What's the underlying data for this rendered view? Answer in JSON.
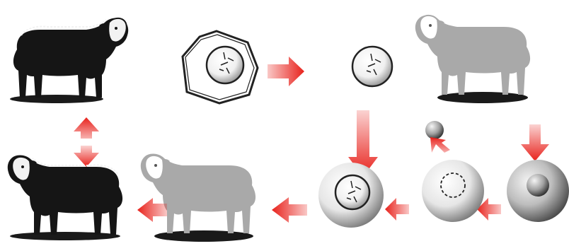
{
  "diagram": {
    "colors": {
      "background": "#ffffff",
      "black_sheep": "#151515",
      "grey_sheep": "#a9a9a9",
      "shadow": "#1a1a1a",
      "arrow": "#e8221c",
      "outline": "#222222",
      "egg_shade": "#6f6f6f"
    },
    "nodes": [
      {
        "id": "donor-sheep-black",
        "kind": "sheep",
        "color": "black"
      },
      {
        "id": "donor-cell-with-nucleus",
        "kind": "cell-in-hexagon"
      },
      {
        "id": "extracted-nucleus",
        "kind": "nucleus"
      },
      {
        "id": "egg-donor-sheep-grey",
        "kind": "sheep",
        "color": "grey"
      },
      {
        "id": "egg-cell-with-nucleus",
        "kind": "egg",
        "state": "nucleus present"
      },
      {
        "id": "removed-egg-nucleus",
        "kind": "sphere"
      },
      {
        "id": "enucleated-egg",
        "kind": "egg",
        "state": "nucleus removed"
      },
      {
        "id": "fused-egg-with-donor-nucleus",
        "kind": "egg",
        "state": "donor nucleus inserted"
      },
      {
        "id": "surrogate-sheep-grey",
        "kind": "sheep",
        "color": "grey"
      },
      {
        "id": "cloned-sheep-black",
        "kind": "sheep",
        "color": "black"
      }
    ],
    "arrows": [
      {
        "id": "cell-to-nucleus-arrow",
        "from": "donor-cell-with-nucleus",
        "to": "extracted-nucleus"
      },
      {
        "id": "nucleus-down-arrow",
        "from": "extracted-nucleus",
        "to": "fused-egg-with-donor-nucleus"
      },
      {
        "id": "sheep-to-egg-arrow",
        "from": "egg-donor-sheep-grey",
        "to": "egg-cell-with-nucleus"
      },
      {
        "id": "egg-to-enucleated-arrow",
        "from": "egg-cell-with-nucleus",
        "to": "enucleated-egg"
      },
      {
        "id": "nucleus-removal-arrow",
        "from": "enucleated-egg",
        "to": "removed-egg-nucleus"
      },
      {
        "id": "enucleated-to-fused-arrow",
        "from": "enucleated-egg",
        "to": "fused-egg-with-donor-nucleus"
      },
      {
        "id": "fused-to-surrogate-arrow",
        "from": "fused-egg-with-donor-nucleus",
        "to": "surrogate-sheep-grey"
      },
      {
        "id": "surrogate-to-clone-arrow",
        "from": "surrogate-sheep-grey",
        "to": "cloned-sheep-black"
      },
      {
        "id": "identity-double-arrow",
        "from": "donor-sheep-black",
        "to": "cloned-sheep-black",
        "style": "double-headed"
      }
    ]
  }
}
